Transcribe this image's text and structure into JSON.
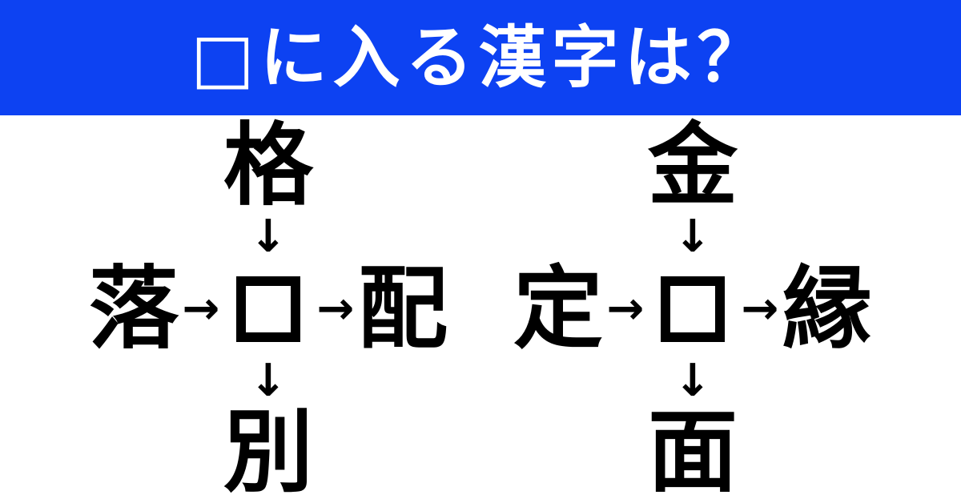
{
  "header": {
    "title": "□に入る漢字は？"
  },
  "puzzles": [
    {
      "top": "格",
      "left": "落",
      "right": "配",
      "bottom": "別"
    },
    {
      "top": "金",
      "left": "定",
      "right": "縁",
      "bottom": "面"
    }
  ],
  "symbols": {
    "down_arrow": "↓",
    "right_arrow": "→"
  },
  "colors": {
    "banner_blue": "#0d42f2",
    "title_white": "#ffffff",
    "kanji_black": "#000000",
    "background": "#ffffff"
  }
}
